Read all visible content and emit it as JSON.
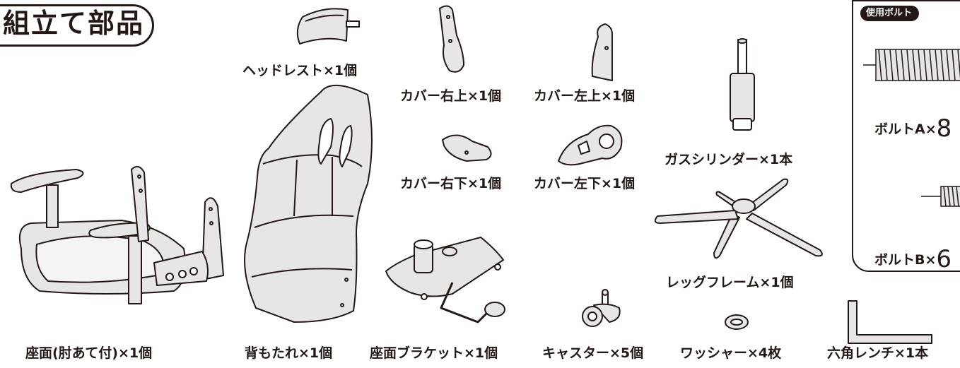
{
  "title": "組立て部品",
  "parts": {
    "headrest": "ヘッドレスト×1個",
    "cover_upper_right": "カバー右上×1個",
    "cover_upper_left": "カバー左上×1個",
    "gas_cylinder": "ガスシリンダー×1本",
    "cover_lower_right": "カバー右下×1個",
    "cover_lower_left": "カバー左下×1個",
    "leg_frame": "レッグフレーム×1個",
    "seat": "座面(肘あて付)×1個",
    "backrest": "背もたれ×1個",
    "seat_bracket": "座面ブラケット×1個",
    "caster": "キャスター×5個",
    "washer": "ワッシャー×4枚",
    "hex_wrench": "六角レンチ×1本"
  },
  "bolts": {
    "tag": "使用ボルト",
    "bolt_a_label": "ボルトA×",
    "bolt_a_count": "8",
    "bolt_b_label": "ボルトB×",
    "bolt_b_count": "6"
  },
  "colors": {
    "ink": "#231815",
    "fill": "#e6e6e6"
  }
}
